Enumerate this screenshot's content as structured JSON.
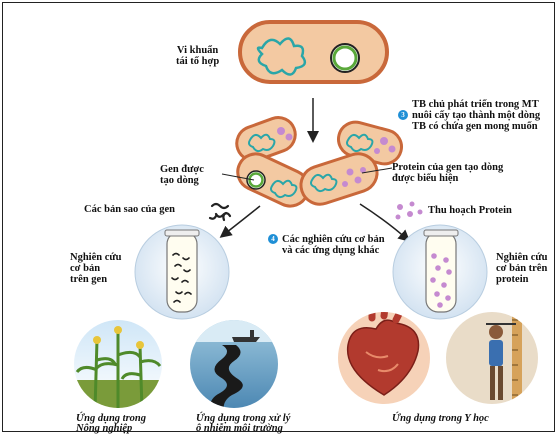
{
  "labels": {
    "bacteria": "Vi khuẩn\ntái tổ hợp",
    "step3_number": "3",
    "step3_text": "TB chủ phát triển trong MT\nnuôi cấy tạo thành một dòng\nTB có chứa gen mong muốn",
    "cloned_gene": "Gen được\ntạo dòng",
    "protein_expressed": "Protein của gen tạo dòng\nđược biểu hiện",
    "gene_copies": "Các bản sao của gen",
    "harvest_protein": "Thu hoạch Protein",
    "step4_number": "4",
    "step4_text": "Các nghiên cứu cơ bản\nvà các ứng dụng khác",
    "research_gene": "Nghiên cứu\ncơ bản\ntrên gen",
    "research_protein": "Nghiên cứu\ncơ bản trên\nprotein"
  },
  "captions": {
    "agriculture": "Ứng dụng trong\nNông nghiệp",
    "environment": "Ứng dụng trong xử lý\nô nhiễm môi trường",
    "medicine": "Ứng dụng trong Y học"
  },
  "colors": {
    "cell_fill": "#f3c9a2",
    "cell_border": "#c9683a",
    "dna": "#2aa6a8",
    "plasmid_ring": "#5aa83a",
    "protein_dot": "#c58ad0",
    "step_badge": "#1f8fd6",
    "circle_fill": "#e1ecf6"
  }
}
